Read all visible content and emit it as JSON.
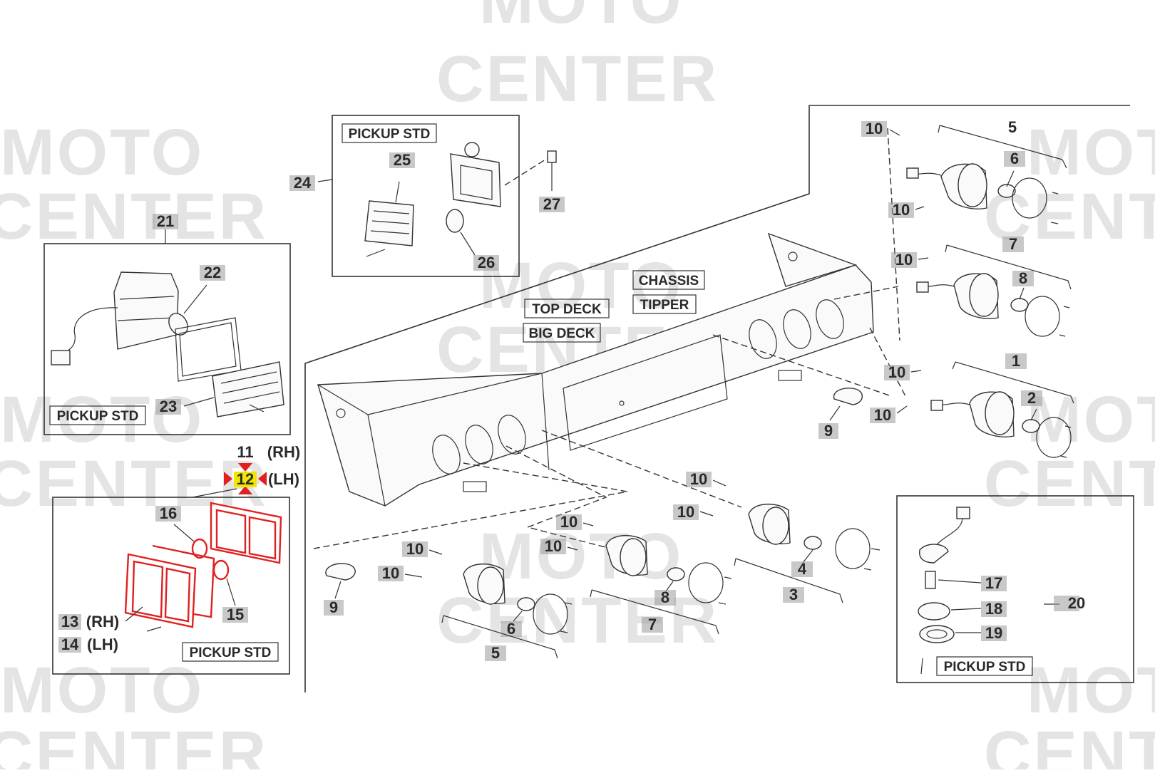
{
  "watermark": {
    "line1": "MOTO",
    "line2": "CENTER"
  },
  "labels": {
    "pickup_std": "PICKUP STD",
    "chassis": "CHASSIS",
    "tipper": "TIPPER",
    "top_deck": "TOP DECK",
    "big_deck": "BIG DECK",
    "rh": "(RH)",
    "lh": "(LH)"
  },
  "callouts": {
    "n1": "1",
    "n2": "2",
    "n3": "3",
    "n4": "4",
    "n5": "5",
    "n6": "6",
    "n7": "7",
    "n8": "8",
    "n9": "9",
    "n10": "10",
    "n11": "11",
    "n12": "12",
    "n13": "13",
    "n14": "14",
    "n15": "15",
    "n16": "16",
    "n17": "17",
    "n18": "18",
    "n19": "19",
    "n20": "20",
    "n21": "21",
    "n22": "22",
    "n23": "23",
    "n24": "24",
    "n25": "25",
    "n26": "26",
    "n27": "27"
  },
  "colors": {
    "highlight": "#e02020",
    "selected_badge": "#f2e600",
    "watermark": "#e4e4e4"
  }
}
